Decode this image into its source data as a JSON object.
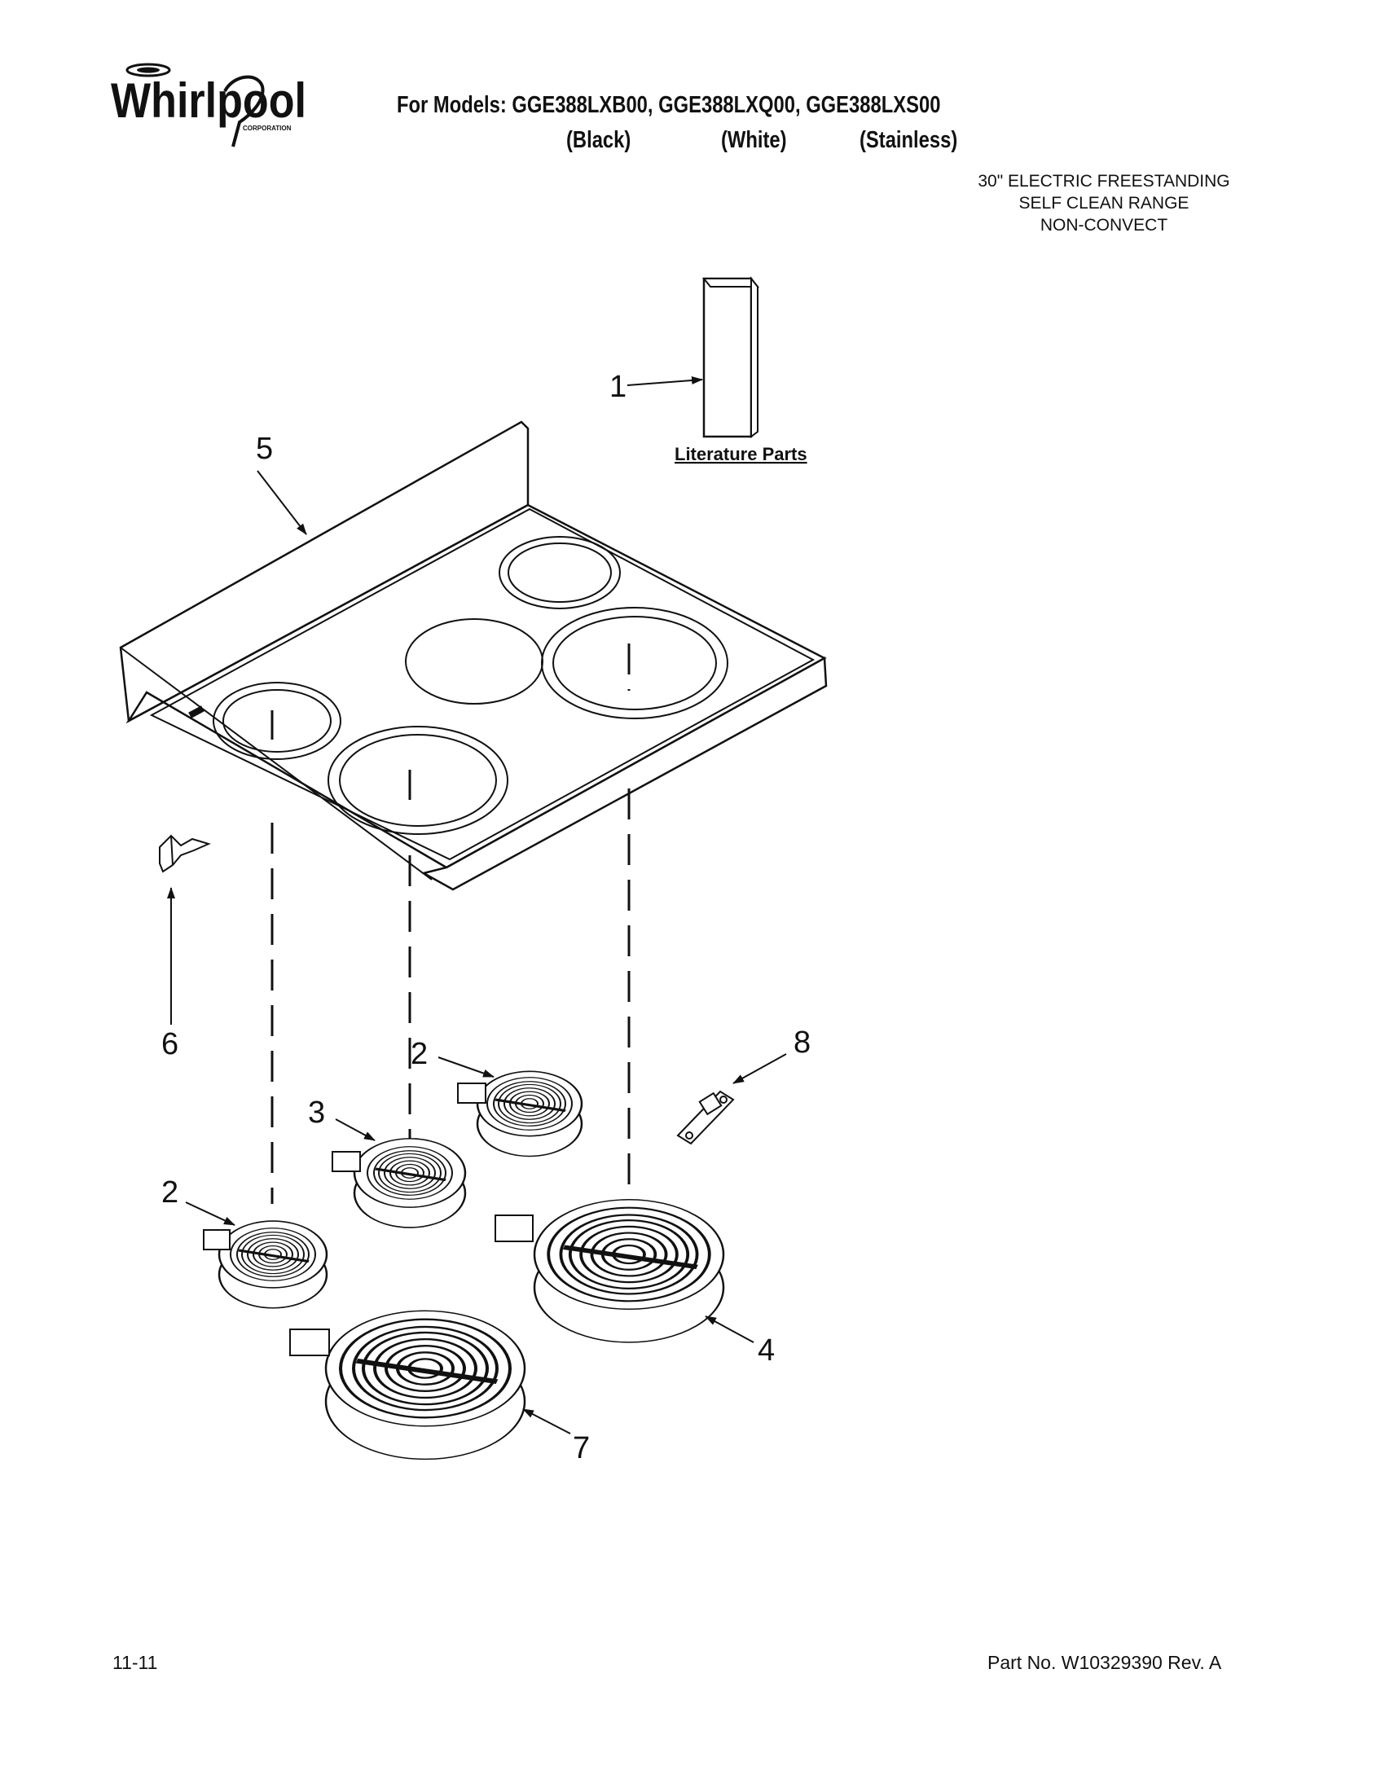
{
  "header": {
    "brand": "Whirlpool",
    "brand_sub": "CORPORATION",
    "models_line": "For Models: GGE388LXB00, GGE388LXQ00, GGE388LXS00",
    "finishes": [
      "(Black)",
      "(White)",
      "(Stainless)"
    ],
    "description": [
      "30\" ELECTRIC FREESTANDING",
      "SELF CLEAN RANGE",
      "NON-CONVECT"
    ]
  },
  "diagram": {
    "literature_label": "Literature Parts",
    "callouts": [
      "1",
      "5",
      "6",
      "2",
      "3",
      "8",
      "2",
      "4",
      "7"
    ]
  },
  "footer": {
    "date_code": "11-11",
    "part_number": "Part No. W10329390 Rev. A"
  }
}
